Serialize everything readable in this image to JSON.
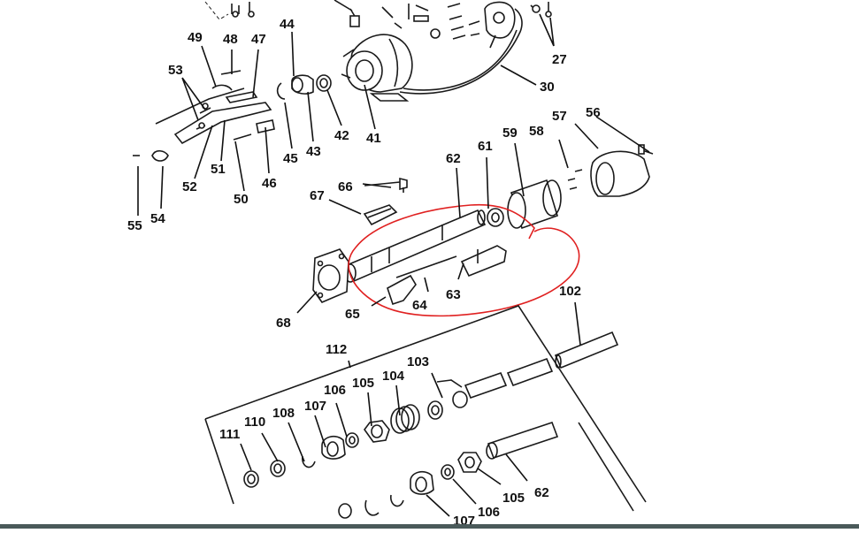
{
  "colors": {
    "ink": "#1a1a1a",
    "markup": "#e02020",
    "background": "#ffffff",
    "bottom_bar": "#4a5a5a"
  },
  "callouts": [
    {
      "id": "c27",
      "text": "27"
    },
    {
      "id": "c30",
      "text": "30"
    },
    {
      "id": "c41",
      "text": "41"
    },
    {
      "id": "c42",
      "text": "42"
    },
    {
      "id": "c43",
      "text": "43"
    },
    {
      "id": "c44",
      "text": "44"
    },
    {
      "id": "c45",
      "text": "45"
    },
    {
      "id": "c46",
      "text": "46"
    },
    {
      "id": "c47",
      "text": "47"
    },
    {
      "id": "c48",
      "text": "48"
    },
    {
      "id": "c49",
      "text": "49"
    },
    {
      "id": "c50",
      "text": "50"
    },
    {
      "id": "c51",
      "text": "51"
    },
    {
      "id": "c52",
      "text": "52"
    },
    {
      "id": "c53",
      "text": "53"
    },
    {
      "id": "c54",
      "text": "54"
    },
    {
      "id": "c55",
      "text": "55"
    },
    {
      "id": "c56",
      "text": "56"
    },
    {
      "id": "c57",
      "text": "57"
    },
    {
      "id": "c58",
      "text": "58"
    },
    {
      "id": "c59",
      "text": "59"
    },
    {
      "id": "c61",
      "text": "61"
    },
    {
      "id": "c62a",
      "text": "62"
    },
    {
      "id": "c63",
      "text": "63"
    },
    {
      "id": "c64",
      "text": "64"
    },
    {
      "id": "c65",
      "text": "65"
    },
    {
      "id": "c66",
      "text": "66"
    },
    {
      "id": "c67",
      "text": "67"
    },
    {
      "id": "c68",
      "text": "68"
    },
    {
      "id": "c102",
      "text": "102"
    },
    {
      "id": "c103",
      "text": "103"
    },
    {
      "id": "c104",
      "text": "104"
    },
    {
      "id": "c105a",
      "text": "105"
    },
    {
      "id": "c106a",
      "text": "106"
    },
    {
      "id": "c107a",
      "text": "107"
    },
    {
      "id": "c108",
      "text": "108"
    },
    {
      "id": "c110",
      "text": "110"
    },
    {
      "id": "c111",
      "text": "111"
    },
    {
      "id": "c112",
      "text": "112"
    },
    {
      "id": "c62b",
      "text": "62"
    },
    {
      "id": "c105b",
      "text": "105"
    },
    {
      "id": "c106b",
      "text": "106"
    },
    {
      "id": "c107b",
      "text": "107"
    }
  ]
}
